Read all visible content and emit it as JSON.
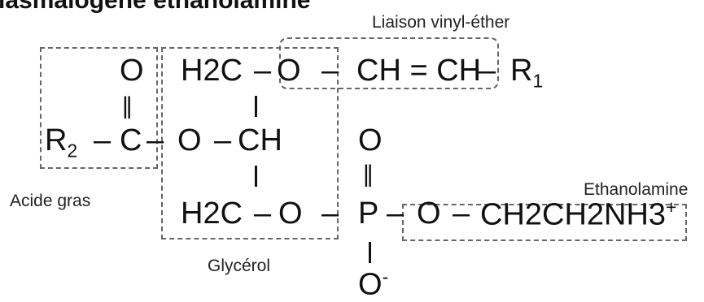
{
  "title": "lasmalogène éthanolamine",
  "labels": {
    "vinyl_ether": "Liaison vinyl-éther",
    "fatty_acid": "Acide gras",
    "glycerol": "Glycérol",
    "ethanolamine": "Ethanolamine"
  },
  "row1": {
    "o_carbonyl": "O",
    "h2c": "H2C",
    "dash1": "–",
    "o": "O",
    "dash2": "–",
    "ch_eq_ch": "CH = CH",
    "dash3": "–",
    "r": "R",
    "r_sub": "1"
  },
  "row2": {
    "double_bond": "||",
    "r": "R",
    "r_sub": "2",
    "dash1": "–",
    "c": "C",
    "dash2": "–",
    "o": "O",
    "dash3": "–",
    "ch": "CH",
    "o_phosphate": "O"
  },
  "row3": {
    "double_bond": "||",
    "h2c": "H2C",
    "dash1": "–",
    "o": "O",
    "dash2": "–",
    "p": "P",
    "dash3": "–",
    "o2": "O",
    "dash4": "–",
    "ethanolamine_group": "CH2CH2NH3",
    "charge_plus": "+"
  },
  "row4": {
    "o_minus": "O",
    "charge_minus": "-"
  }
}
